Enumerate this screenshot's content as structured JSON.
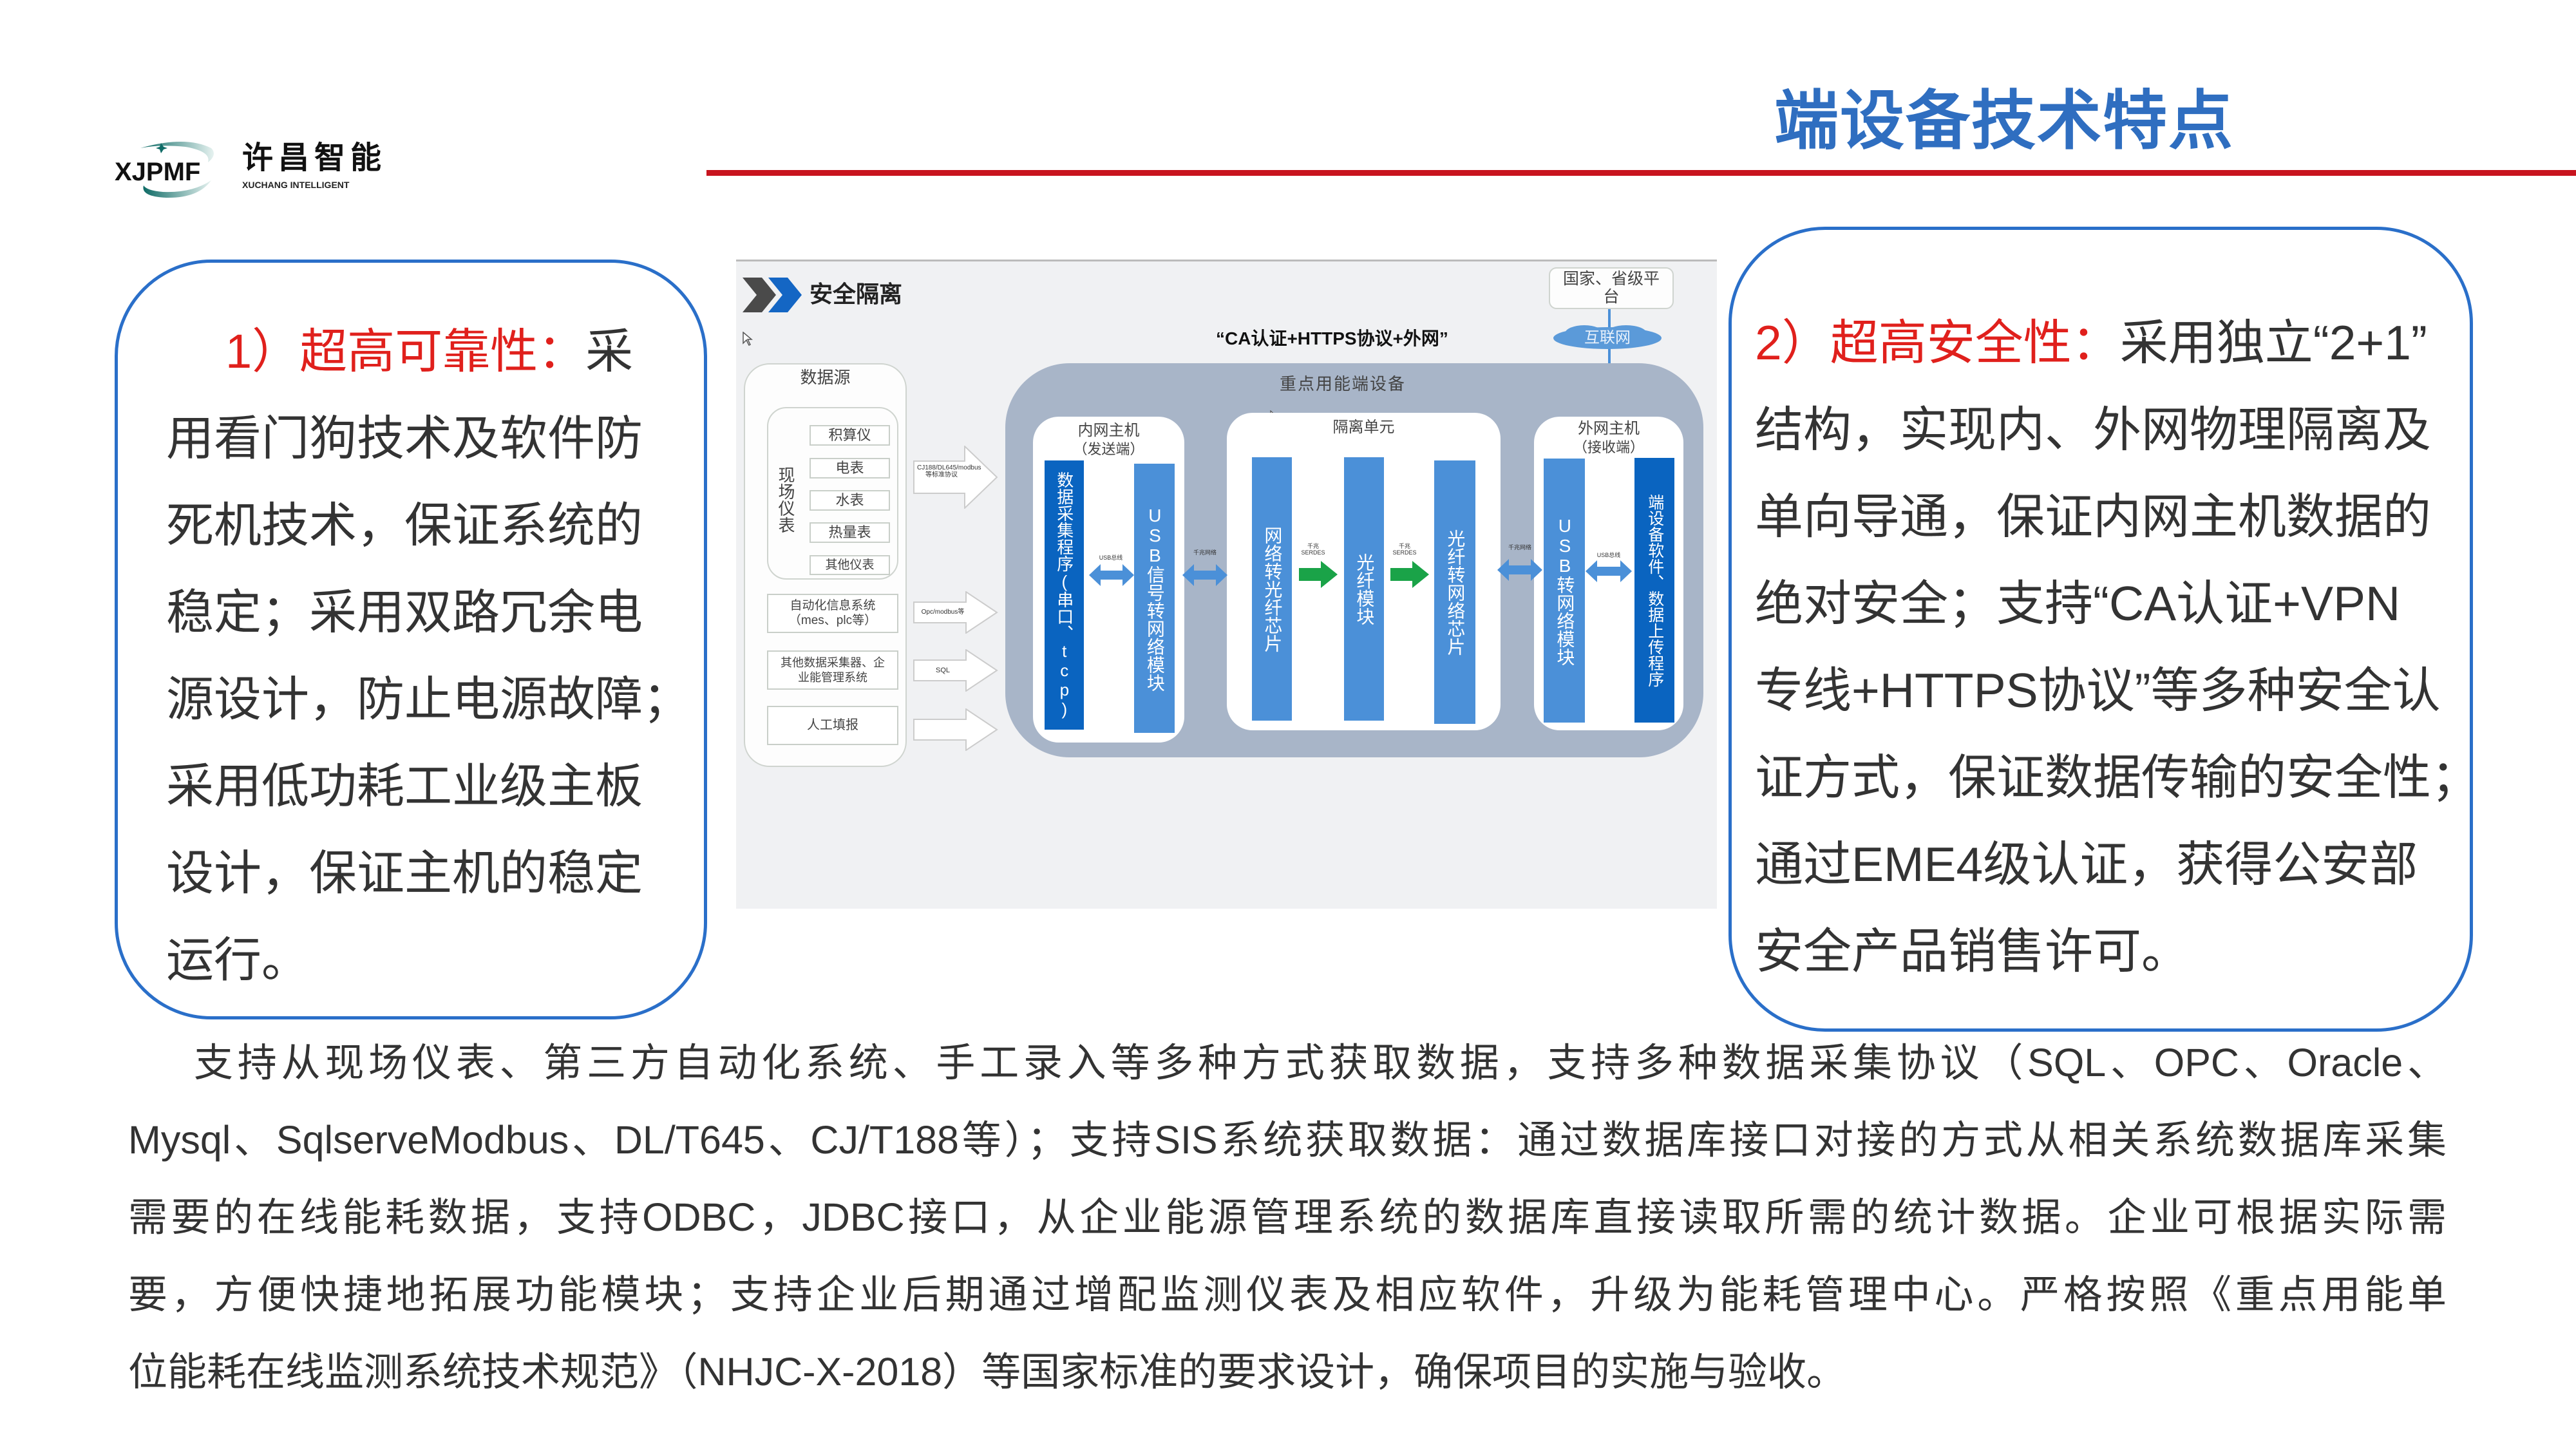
{
  "header": {
    "title": "端设备技术特点",
    "logo": {
      "mark": "XJPMF",
      "name_cn": "许昌智能",
      "name_en": "XUCHANG INTELLIGENT"
    }
  },
  "left_card": {
    "heading": "1）超高可靠性：",
    "lines": [
      "采",
      "用看门狗技术及软件防",
      "死机技术，保证系统的",
      "稳定；采用双路冗余电",
      "源设计，防止电源故障；",
      "采用低功耗工业级主板",
      "设计，保证主机的稳定",
      "运行。"
    ]
  },
  "right_card": {
    "heading": "2）超高安全性：",
    "lines": [
      "采用独立“2+1”",
      "结构，实现内、外网物理隔离及",
      "单向导通，保证内网主机数据的",
      "绝对安全；支持“CA认证+VPN",
      "专线+HTTPS协议”等多种安全认",
      "证方式，保证数据传输的安全性；",
      "通过EME4级认证，获得公安部",
      "安全产品销售许可。"
    ]
  },
  "diagram": {
    "title": "安全隔离",
    "protocol_caption": "“CA认证+HTTPS协议+外网”",
    "platform": "国家、省级平台",
    "internet": "互联网",
    "source": {
      "title": "数据源",
      "field_group": "现场仪表",
      "meters": [
        "积算仪",
        "电表",
        "水表",
        "热量表",
        "其他仪表"
      ],
      "automation": "自动化信息系统（mes、plc等）",
      "other_collectors": "其他数据采集器、企业能管理系统",
      "manual": "人工填报"
    },
    "arrows": [
      "CJ188/DL645/modbus等标准协议",
      "Opc/modbus等",
      "SQL",
      ""
    ],
    "device_area": "重点用能端设备",
    "inner_host": {
      "title": "内网主机",
      "subtitle": "（发送端）",
      "bar1": "数据采集程序(串口、tcp)",
      "bar2": "USB信号转网络模块",
      "link": "USB总线"
    },
    "isolation": {
      "title": "隔离单元",
      "bar1": "网络转光纤芯片",
      "bar2": "光纤模块",
      "bar3": "光纤转网络芯片",
      "link": "千兆SERDES"
    },
    "gigabit": "千兆网络",
    "outer_host": {
      "title": "外网主机",
      "subtitle": "（接收端）",
      "bar1": "USB转网络模块",
      "bar2": "端设备软件、数据上传程序",
      "link": "USB总线"
    }
  },
  "paragraph": {
    "lines": [
      "支持从现场仪表、第三方自动化系统、手工录入等多种方式获取数据，支持多种数据采集协议（SQL、OPC、Oracle、",
      "Mysql、SqlserveModbus、DL/T645、CJ/T188等）；支持SIS系统获取数据：通过数据库接口对接的方式从相关系统数据库采集",
      "需要的在线能耗数据，支持ODBC，JDBC接口，从企业能源管理系统的数据库直接读取所需的统计数据。企业可根据实际需",
      "要，方便快捷地拓展功能模块；支持企业后期通过增配监测仪表及相应软件，升级为能耗管理中心。严格按照《重点用能单",
      "位能耗在线监测系统技术规范》（NHJC-X-2018）等国家标准的要求设计，确保项目的实施与验收。"
    ]
  },
  "colors": {
    "title": "#2f6ec0",
    "accent_red": "#e0201c",
    "rule": "#c8141e",
    "card_border": "#2a6fc9",
    "bar_dark": "#0a64c0",
    "bar_light": "#4b90d8"
  }
}
